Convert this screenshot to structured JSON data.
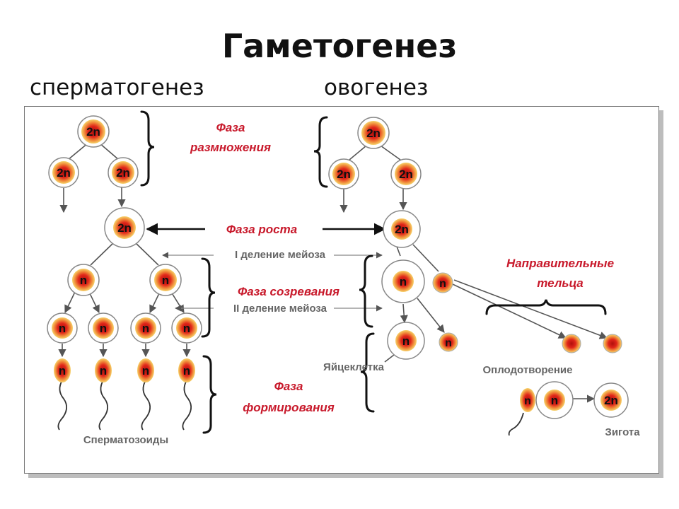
{
  "title": "Гаметогенез",
  "headings": {
    "spermatogenesis": "сперматогенез",
    "oogenesis": "овогенез"
  },
  "phases": {
    "reproduction_line1": "Фаза",
    "reproduction_line2": "размножения",
    "growth": "Фаза роста",
    "maturation": "Фаза созревания",
    "formation_line1": "Фаза",
    "formation_line2": "формирования"
  },
  "meiosis": {
    "first": "I деление мейоза",
    "second": "II деление мейоза"
  },
  "polar_bodies": {
    "line1": "Направительные",
    "line2": "тельца"
  },
  "captions": {
    "sperm": "Сперматозоиды",
    "egg": "Яйцеклетка",
    "fertilization": "Оплодотворение",
    "zygote": "Зигота"
  },
  "ploidy": {
    "diploid": "2n",
    "haploid": "n"
  },
  "colors": {
    "accent": "#c8192b",
    "cell_core": "#e0261a",
    "cell_rim": "#f6d36a",
    "line": "#555555"
  }
}
